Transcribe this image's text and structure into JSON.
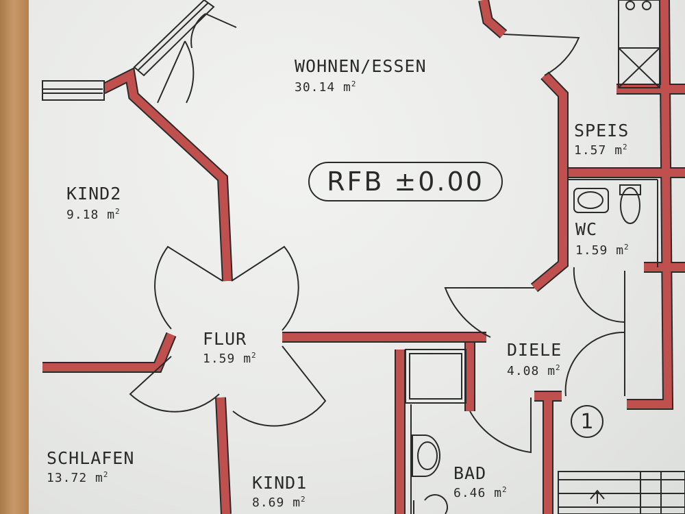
{
  "plan": {
    "wall_color": "#c0504d",
    "line_color": "#2a2a2a",
    "level_marker": "RFB ±0.00",
    "stair_number": "1",
    "area_unit": "m",
    "area_unit_power": "2",
    "rooms": {
      "wohnen": {
        "name": "WOHNEN/ESSEN",
        "area": "30.14"
      },
      "speis": {
        "name": "SPEIS",
        "area": "1.57"
      },
      "kind2": {
        "name": "KIND2",
        "area": "9.18"
      },
      "wc": {
        "name": "WC",
        "area": "1.59"
      },
      "flur": {
        "name": "FLUR",
        "area": "1.59"
      },
      "diele": {
        "name": "DIELE",
        "area": "4.08"
      },
      "schlafen": {
        "name": "SCHLAFEN",
        "area": "13.72"
      },
      "kind1": {
        "name": "KIND1",
        "area": "8.69"
      },
      "bad": {
        "name": "BAD",
        "area": "6.46"
      }
    }
  }
}
